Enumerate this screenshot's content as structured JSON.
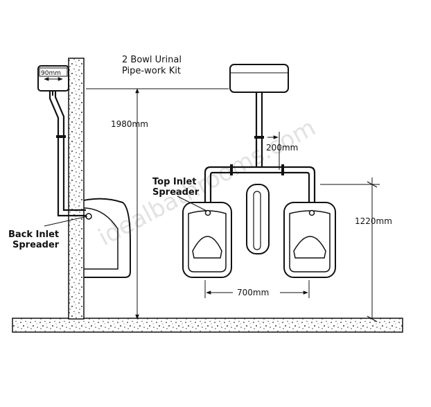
{
  "title": {
    "line1": "2 Bowl Urinal",
    "line2": "Pipe-work Kit"
  },
  "dimensions": {
    "cistern_depth": "90mm",
    "cistern_height": "1980mm",
    "flush_drop": "200mm",
    "spreader_height": "1220mm",
    "bowl_spacing": "700mm"
  },
  "labels": {
    "top_inlet_line1": "Top Inlet",
    "top_inlet_line2": "Spreader",
    "back_inlet_line1": "Back Inlet",
    "back_inlet_line2": "Spreader"
  },
  "watermark": "idealbathrooms.com"
}
